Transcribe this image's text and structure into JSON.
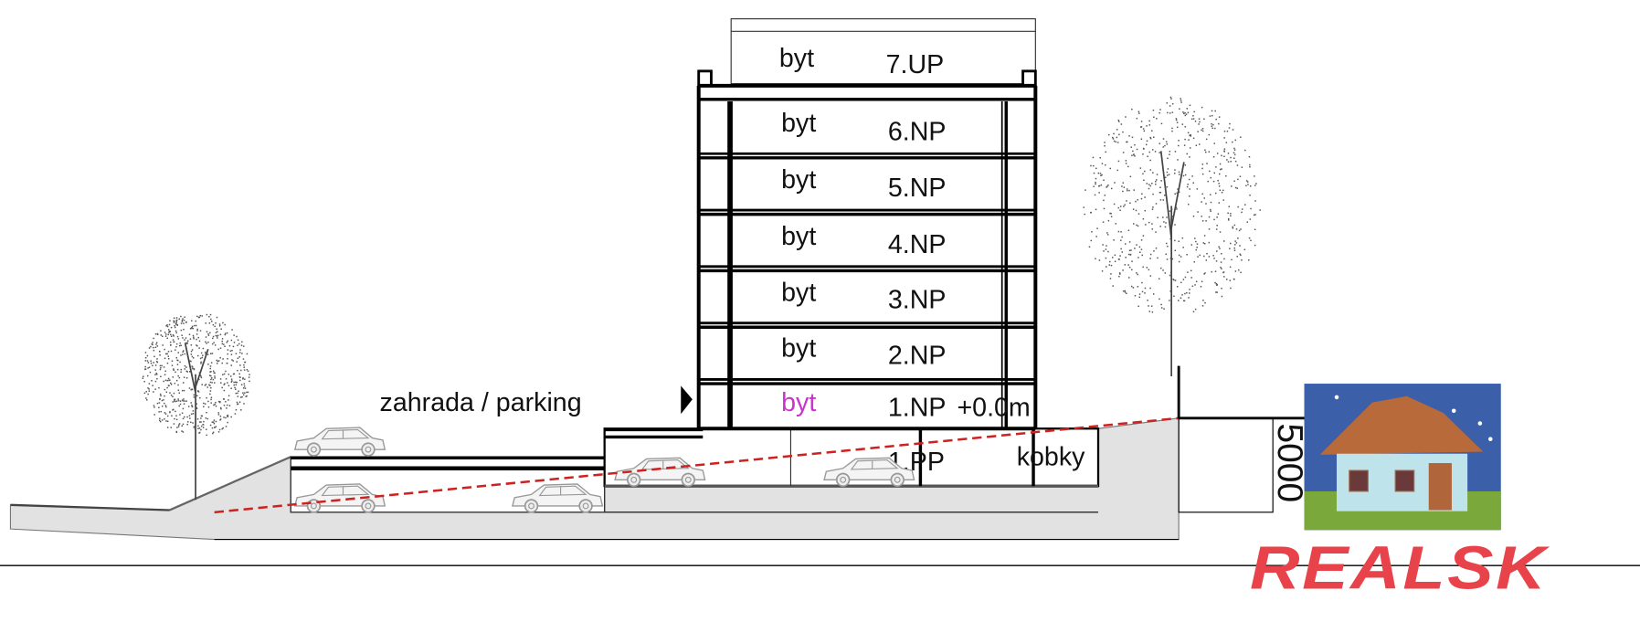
{
  "drawing": {
    "garden_label": "zahrada / parking",
    "floors": [
      {
        "room": "byt",
        "level": "7.UP"
      },
      {
        "room": "byt",
        "level": "6.NP"
      },
      {
        "room": "byt",
        "level": "5.NP"
      },
      {
        "room": "byt",
        "level": "4.NP"
      },
      {
        "room": "byt",
        "level": "3.NP"
      },
      {
        "room": "byt",
        "level": "2.NP"
      },
      {
        "room": "byt",
        "level": "1.NP"
      }
    ],
    "ground_elevation": "+0.0m",
    "basement_level": "1.PP",
    "basement_room": "kobky",
    "dimension": "5000",
    "highlight_color": "#cc33cc",
    "slope_line_color": "#cc2222"
  },
  "logo": {
    "text": "REALSK",
    "color": "#e8434a"
  }
}
